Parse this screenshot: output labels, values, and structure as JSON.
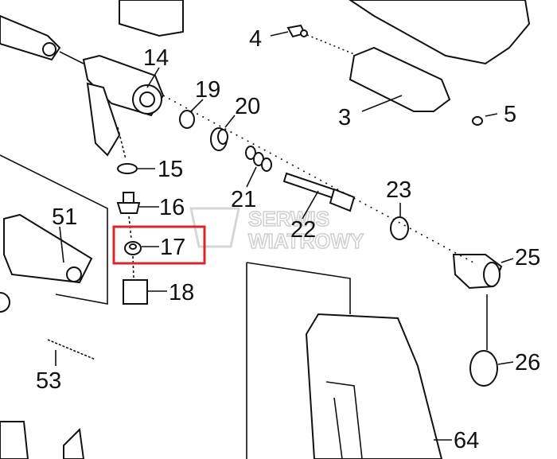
{
  "diagram": {
    "part_numbers": [
      "14",
      "19",
      "20",
      "4",
      "3",
      "5",
      "15",
      "21",
      "16",
      "22",
      "23",
      "51",
      "17",
      "18",
      "25",
      "26",
      "53",
      "64"
    ],
    "highlighted_part": "17",
    "highlight_color": "#d9262c",
    "watermark": {
      "line1": "SERWIS",
      "line2": "WIATROWY"
    }
  }
}
